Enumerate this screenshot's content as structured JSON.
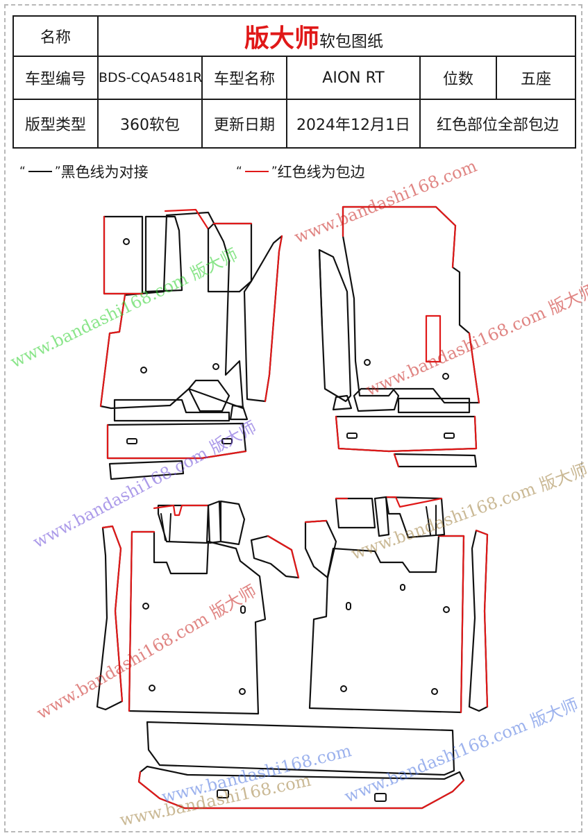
{
  "header": {
    "name_label": "名称",
    "brand": "版大师",
    "doc_type": "软包图纸"
  },
  "rows": [
    [
      "车型编号",
      "BDS-CQA5481R",
      "车型名称",
      "AION RT",
      "位数",
      "五座"
    ],
    [
      "版型类型",
      "360软包",
      "更新日期",
      "2024年12月1日",
      "红色部位全部包边"
    ]
  ],
  "legend": {
    "black_text": "黑色线为对接",
    "red_text": "红色线为包边",
    "open_quote": "“",
    "close_quote": "”"
  },
  "colors": {
    "black_line": "#111111",
    "red_line": "#e01818",
    "wm_green": "#2bd02b",
    "wm_red": "#c8231e",
    "wm_purple": "#6a4bd8",
    "wm_blue": "#4d74e0",
    "wm_brown": "#a08040"
  },
  "watermark": {
    "url": "www.bandashi168.com",
    "brand": "版大师"
  }
}
